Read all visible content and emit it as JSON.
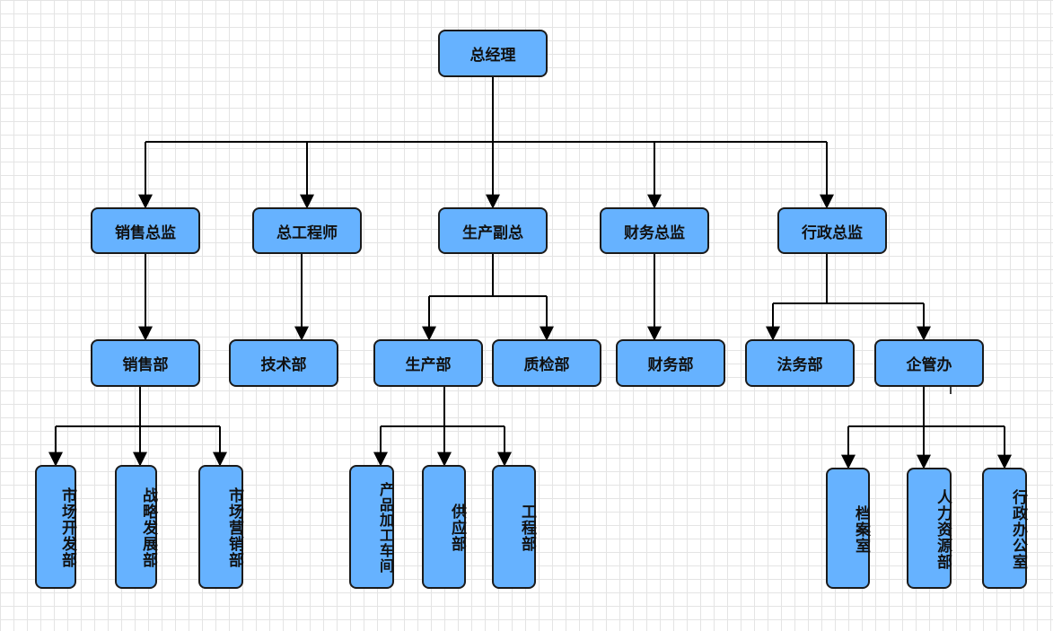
{
  "org_chart": {
    "root": "总经理",
    "level1": {
      "sales_director": "销售总监",
      "chief_engineer": "总工程师",
      "vp_production": "生产副总",
      "finance_director": "财务总监",
      "admin_director": "行政总监"
    },
    "level2": {
      "sales_dept": "销售部",
      "tech_dept": "技术部",
      "production_dept": "生产部",
      "qc_dept": "质检部",
      "finance_dept": "财务部",
      "legal_dept": "法务部",
      "enterprise_office": "企管办"
    },
    "level3": {
      "market_dev": "市场开发部",
      "strategy_dev": "战略发展部",
      "marketing": "市场营销部",
      "processing_workshop": "产品加工车间",
      "supply": "供应部",
      "engineering": "工程部",
      "archives": "档案室",
      "hr": "人力资源部",
      "admin_office": "行政办公室"
    }
  },
  "colors": {
    "node_fill": "#66b2ff",
    "node_border": "#1a1a1a",
    "connector": "#000000",
    "grid": "#e4e4e4"
  }
}
